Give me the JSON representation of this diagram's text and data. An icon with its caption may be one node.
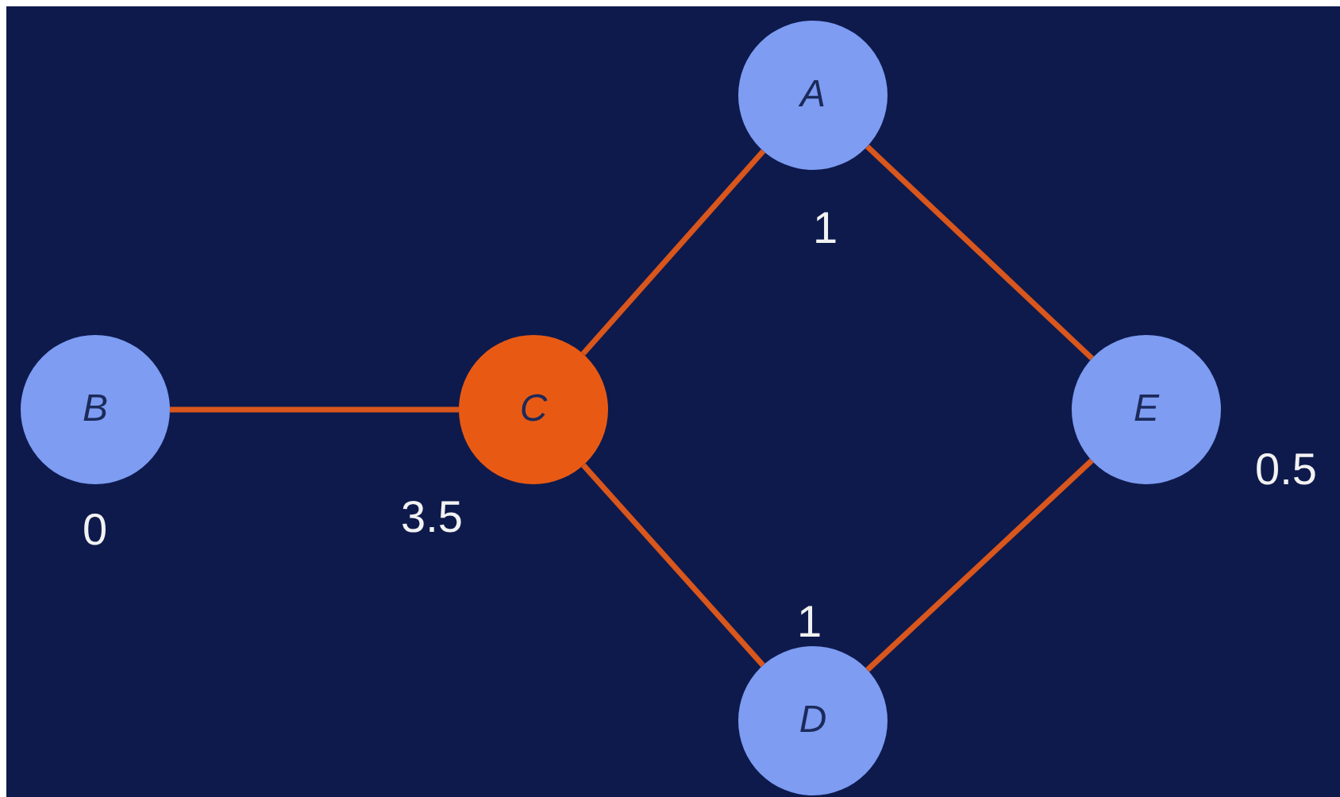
{
  "diagram": {
    "nodes": [
      {
        "text": [
          "A"
        ],
        "beside": [
          "1"
        ]
      },
      {
        "text": [
          "B"
        ],
        "beside": [
          "0"
        ]
      },
      {
        "text": [
          "C"
        ],
        "beside": [
          "3.5"
        ]
      },
      {
        "text": [
          "E"
        ],
        "beside": [
          "0.5"
        ]
      },
      {
        "text": [
          "D"
        ],
        "beside": [
          "1"
        ]
      }
    ],
    "edges": [
      {
        "from": 1,
        "to": 2,
        "arrow": "none"
      },
      {
        "from": 2,
        "to": 0,
        "arrow": "none"
      },
      {
        "from": 0,
        "to": 3,
        "arrow": "none"
      },
      {
        "from": 2,
        "to": 4,
        "arrow": "none"
      },
      {
        "from": 4,
        "to": 3,
        "arrow": "none"
      }
    ]
  }
}
